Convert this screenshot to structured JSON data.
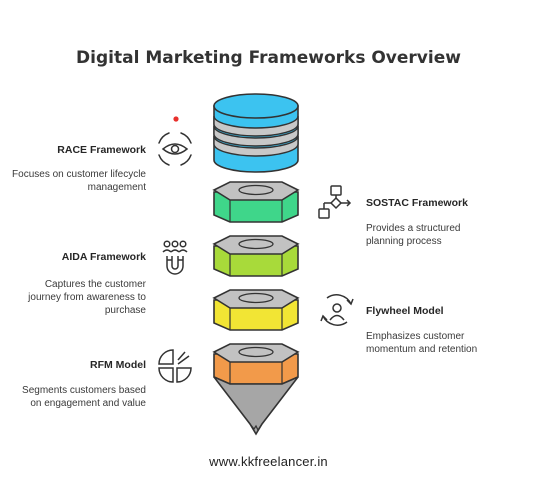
{
  "title": "Digital Marketing Frameworks Overview",
  "frameworks": [
    {
      "name": "RACE Framework",
      "description": "Focuses on customer lifecycle management",
      "icon": "eye-icon",
      "color": "#3cc3f0"
    },
    {
      "name": "SOSTAC Framework",
      "description": "Provides a structured planning process",
      "icon": "flowchart-icon",
      "color": "#3fd68a"
    },
    {
      "name": "AIDA Framework",
      "description": "Captures the customer journey from awareness to purchase",
      "icon": "audience-magnet-icon",
      "color": "#a8da3a"
    },
    {
      "name": "Flywheel Model",
      "description": "Emphasizes customer momentum and retention",
      "icon": "person-cycle-icon",
      "color": "#f2e534"
    },
    {
      "name": "RFM Model",
      "description": "Segments customers based on engagement and value",
      "icon": "pie-chart-icon",
      "color": "#f29a4a"
    }
  ],
  "footer": "www.kkfreelancer.in",
  "colors": {
    "cap": "#c2c2c2",
    "outline": "#333333",
    "point": "#a6a6a6",
    "dot": "#e8302c"
  }
}
